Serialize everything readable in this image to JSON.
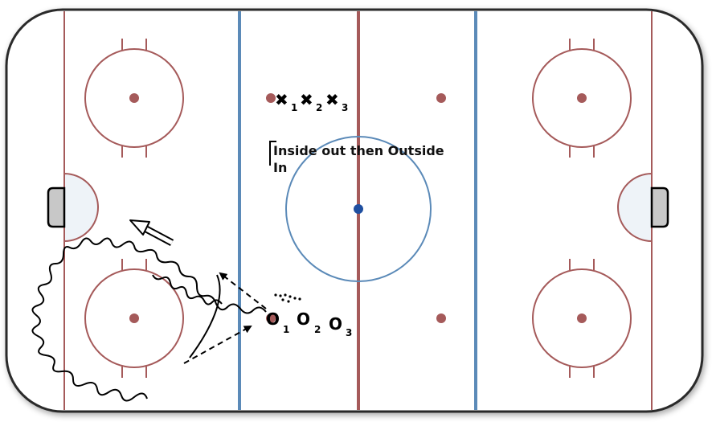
{
  "diagram": {
    "colors": {
      "board": "#1f1f1f",
      "red_line": "#a55a5a",
      "blue_line": "#5b8ab8",
      "center_dot": "#1f4fa0",
      "crease": "#eef3f8",
      "net": "#c8c8c8",
      "ink": "#000000"
    },
    "note": {
      "line1": "Inside out then Outside",
      "line2": "In"
    },
    "defenders": [
      {
        "symbol": "✖",
        "sub": "1"
      },
      {
        "symbol": "✖",
        "sub": "2"
      },
      {
        "symbol": "✖",
        "sub": "3"
      }
    ],
    "attackers": [
      {
        "symbol": "O",
        "sub": "1"
      },
      {
        "symbol": "O",
        "sub": "2"
      },
      {
        "symbol": "O",
        "sub": "3"
      }
    ]
  }
}
